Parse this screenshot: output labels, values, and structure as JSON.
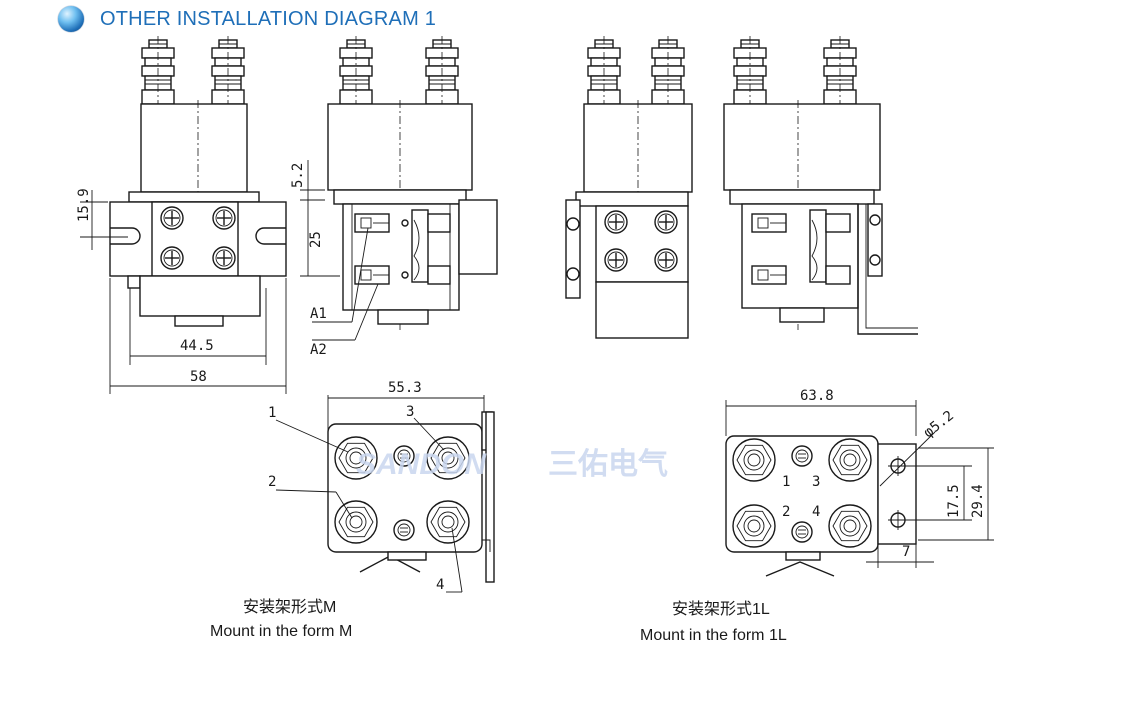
{
  "header": {
    "title": "OTHER INSTALLATION DIAGRAM 1"
  },
  "watermark": {
    "brand": "SANDON",
    "cn": "三佑电气"
  },
  "dims": {
    "d15_9": "15.9",
    "d5_2": "5.2",
    "d25": "25",
    "d44_5": "44.5",
    "d58": "58",
    "d55_3": "55.3",
    "d63_8": "63.8",
    "dphi": "φ5.2",
    "d17_5": "17.5",
    "d29_4": "29.4",
    "d7": "7"
  },
  "labels": {
    "a1": "A1",
    "a2": "A2",
    "n1": "1",
    "n2": "2",
    "n3": "3",
    "n4": "4"
  },
  "captions": {
    "m_cn": "安装架形式M",
    "m_en": "Mount in the form M",
    "l_cn": "安装架形式1L",
    "l_en": "Mount in the form 1L"
  }
}
